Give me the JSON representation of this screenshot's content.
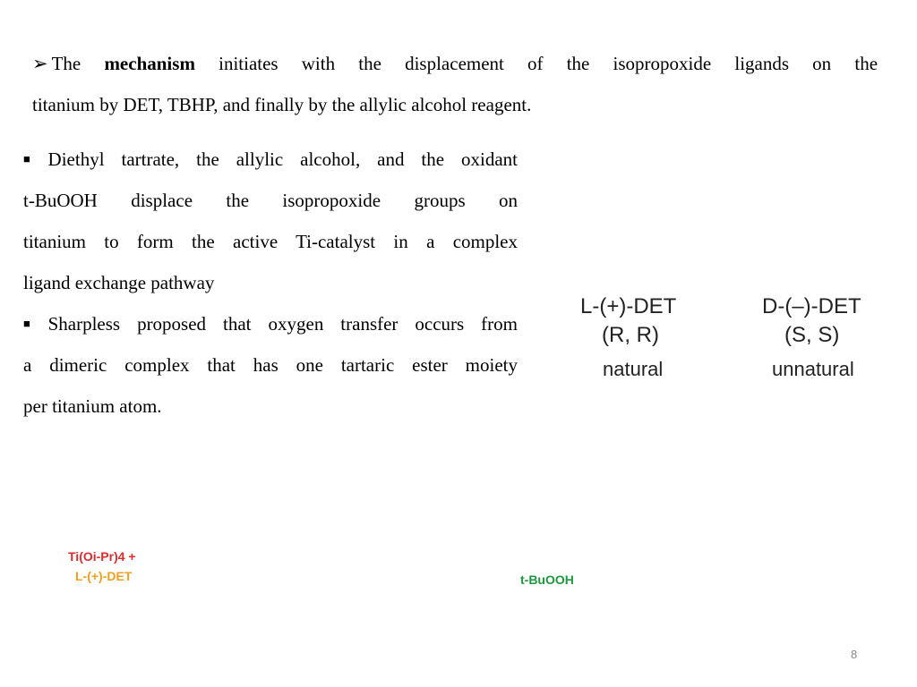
{
  "intro": {
    "bullet_icon": "arrow-bullet-icon",
    "word_the": "The",
    "keyword": "mechanism",
    "line1_rest": "initiates with the displacement of the isopropoxide ligands on the",
    "line2": "titanium by DET, TBHP, and finally by the allylic alcohol reagent."
  },
  "points": {
    "p1_l1": "Diethyl tartrate, the allylic alcohol, and the oxidant",
    "p1_l2": "t-BuOOH displace the isopropoxide groups on",
    "p1_l3": "titanium to form the active Ti-catalyst in a complex",
    "p1_l4": "ligand exchange pathway",
    "p2_l1": "Sharpless proposed that oxygen transfer occurs from",
    "p2_l2": "a dimeric complex that has one tartaric ester moiety",
    "p2_l3": "per titanium atom."
  },
  "tartrates": {
    "left": {
      "name": "L-(+)-DET",
      "config": "(R, R)",
      "label": "natural"
    },
    "right": {
      "name": "D-(–)-DET",
      "config": "(S, S)",
      "label": "unnatural"
    }
  },
  "scheme": {
    "reagent_l1": "Ti(Oi-Pr)4 +",
    "reagent_l2": "L-(+)-DET",
    "reagent_arrow": "t-BuOOH",
    "colors": {
      "red": "#e02b2b",
      "orange": "#f0a020",
      "green": "#1a9a3a"
    }
  },
  "page_number": "8"
}
